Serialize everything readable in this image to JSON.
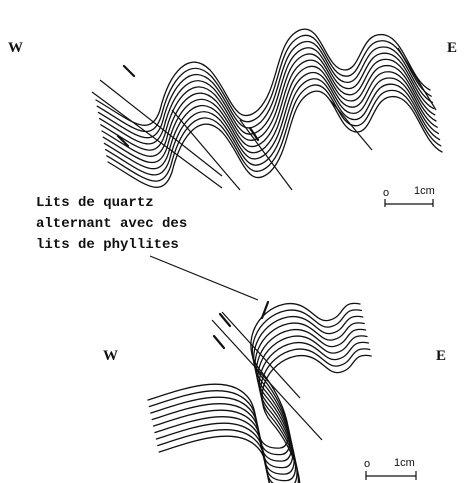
{
  "orientation": {
    "top": {
      "west": "W",
      "east": "E"
    },
    "bottom": {
      "west": "W",
      "east": "E"
    }
  },
  "annotation": {
    "lines": [
      "Lits de quartz",
      "alternant avec des",
      "lits de phyllites"
    ]
  },
  "scale_bars": {
    "top": {
      "zero": "o",
      "length": "1cm"
    },
    "bottom": {
      "zero": "o",
      "length": "1cm"
    }
  }
}
